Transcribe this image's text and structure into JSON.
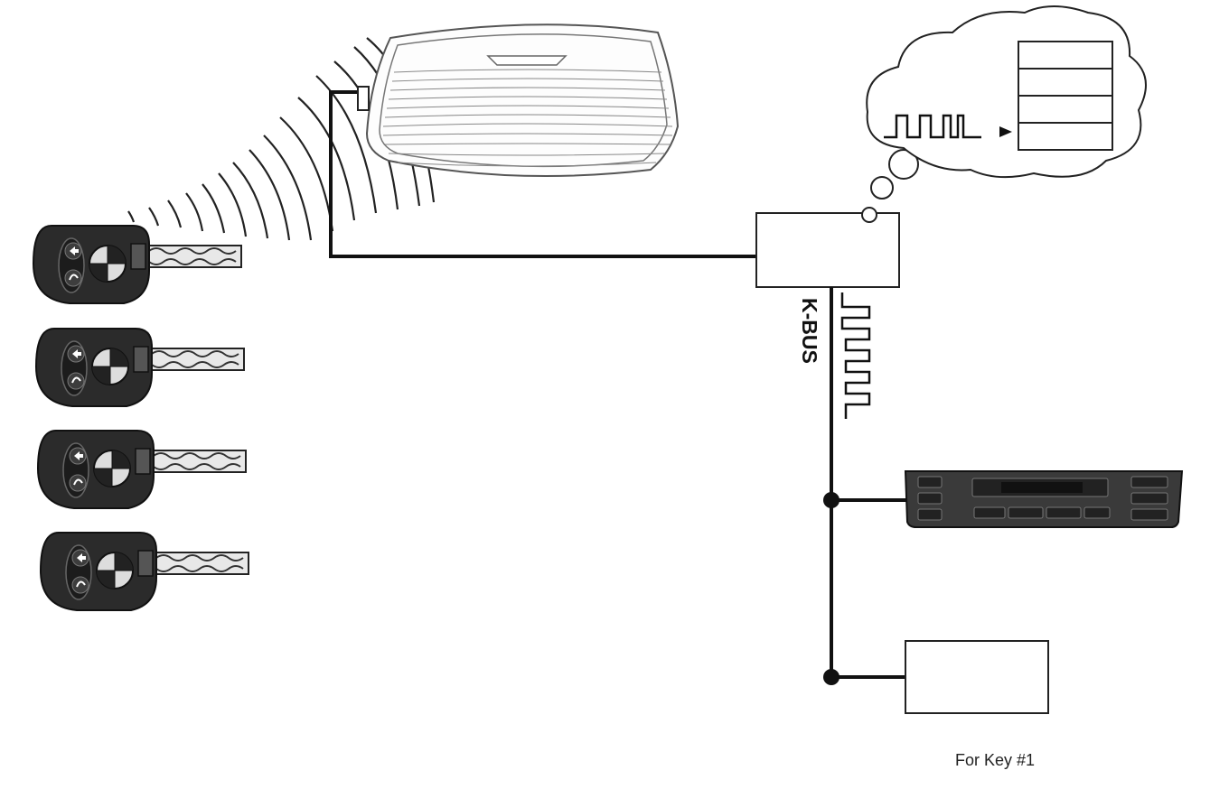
{
  "diagram": {
    "bus_label": "K-BUS",
    "caption": "For Key #1",
    "key_count": 4,
    "colors": {
      "line": "#111111",
      "key_body": "#2b2b2b",
      "panel": "#3a3a3a",
      "box_fill": "#ffffff"
    },
    "icons": [
      "key-fob-icon",
      "rear-window-icon",
      "radio-waves-icon",
      "control-panel-icon",
      "thought-bubble-icon",
      "pulse-signal-icon"
    ]
  }
}
